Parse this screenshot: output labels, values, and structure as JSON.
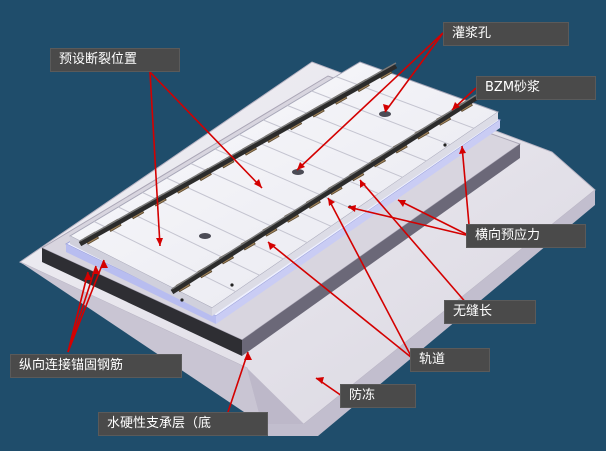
{
  "labels": {
    "grouting_hole": "灌浆孔",
    "preset_crack": "预设断裂位置",
    "bzm_mortar": "BZM砂浆",
    "transverse_prestress": "横向预应力",
    "seamless": "无缝长",
    "longitudinal_rebar": "纵向连接锚固钢筋",
    "track": "轨道",
    "frost_protection": "防冻",
    "hydraulic_layer": "水硬性支承层（底"
  },
  "colors": {
    "background": "#1f4d6b",
    "label_bg": "#4a4a4a",
    "leader_line": "#d40000",
    "embankment": "#e8e6ee",
    "slab": "#f4f4f8",
    "rail": "#3a3a3a",
    "fastener": "#a0835a"
  }
}
